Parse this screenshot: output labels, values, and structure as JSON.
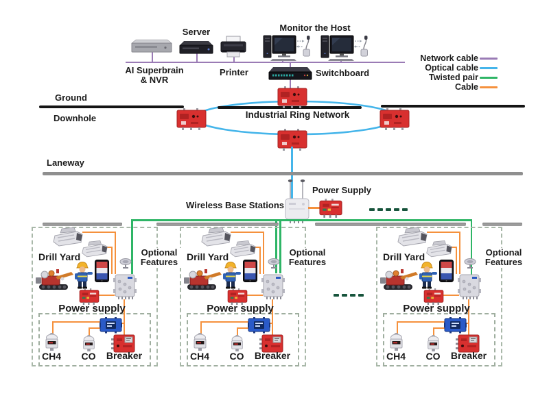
{
  "top_devices": {
    "ai_superbrain": {
      "label_line1": "AI Superbrain",
      "label_line2": "& NVR"
    },
    "server": {
      "label": "Server"
    },
    "printer": {
      "label": "Printer"
    },
    "monitor_host": {
      "label": "Monitor the Host"
    },
    "switchboard": {
      "label": "Switchboard"
    }
  },
  "legend": {
    "items": [
      {
        "label": "Network cable",
        "color": "#9a7bb5"
      },
      {
        "label": "Optical cable",
        "color": "#45b5ea"
      },
      {
        "label": "Twisted pair",
        "color": "#2eb566"
      },
      {
        "label": "Cable",
        "color": "#f5913d"
      }
    ]
  },
  "zones": {
    "ground": "Ground",
    "downhole": "Downhole",
    "laneway": "Laneway"
  },
  "ring": {
    "label": "Industrial Ring Network"
  },
  "wireless": {
    "base_stations_label": "Wireless Base Stations",
    "power_supply_label": "Power Supply"
  },
  "subsystems": [
    {
      "drill_yard_label": "Drill Yard",
      "optional_line1": "Optional",
      "optional_line2": "Features",
      "power_supply_label": "Power supply",
      "ch4_label": "CH4",
      "co_label": "CO",
      "breaker_label": "Breaker"
    },
    {
      "drill_yard_label": "Drill Yard",
      "optional_line1": "Optional",
      "optional_line2": "Features",
      "power_supply_label": "Power supply",
      "ch4_label": "CH4",
      "co_label": "CO",
      "breaker_label": "Breaker"
    },
    {
      "drill_yard_label": "Drill Yard",
      "optional_line1": "Optional",
      "optional_line2": "Features",
      "power_supply_label": "Power supply",
      "ch4_label": "CH4",
      "co_label": "CO",
      "breaker_label": "Breaker"
    }
  ],
  "colors": {
    "network_cable": "#9a7bb5",
    "optical_cable": "#45b5ea",
    "twisted_pair": "#2eb566",
    "cable_orange": "#f5913d",
    "device_red": "#d8302f",
    "hub_blue": "#2a5ac8"
  }
}
